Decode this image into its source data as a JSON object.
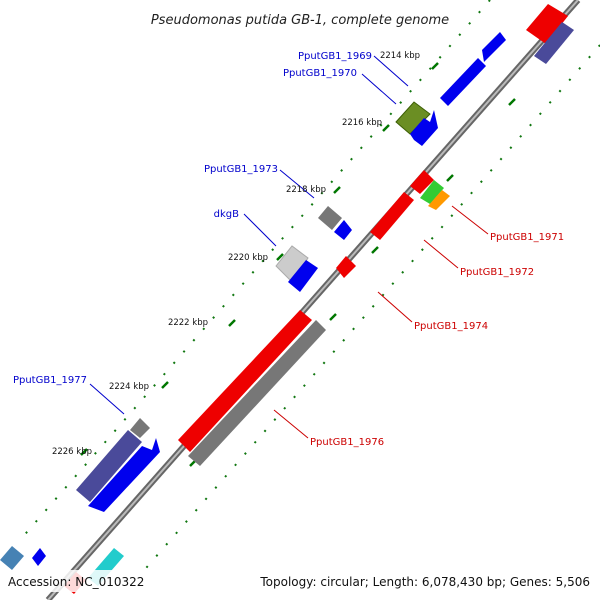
{
  "title": "Pseudomonas putida GB-1, complete genome",
  "footer": {
    "accession": "Accession: NC_010322",
    "summary": "Topology: circular; Length: 6,078,430 bp; Genes: 5,506"
  },
  "ticks": [
    "2214 kbp",
    "2216 kbp",
    "2218 kbp",
    "2220 kbp",
    "2222 kbp",
    "2224 kbp",
    "2226 kbp"
  ],
  "gene_labels_forward": [
    "PputGB1_1969",
    "PputGB1_1970",
    "PputGB1_1973",
    "dkgB",
    "PputGB1_1977"
  ],
  "gene_labels_reverse": [
    "PputGB1_1971",
    "PputGB1_1972",
    "PputGB1_1974",
    "PputGB1_1976"
  ],
  "colors": {
    "cds_forward": "#0000ee",
    "cds_reverse": "#ee0000",
    "backbone": "#888888",
    "tick": "#007700",
    "label_forward": "#0000cc",
    "label_reverse": "#cc0000",
    "olive": "#6b8e23",
    "slate": "#4a4a9a",
    "gray": "#777777",
    "lightgray": "#cccccc",
    "cyan": "#22cccc",
    "green": "#33cc33",
    "orange": "#ff9900",
    "steelblue": "#4682b4"
  }
}
